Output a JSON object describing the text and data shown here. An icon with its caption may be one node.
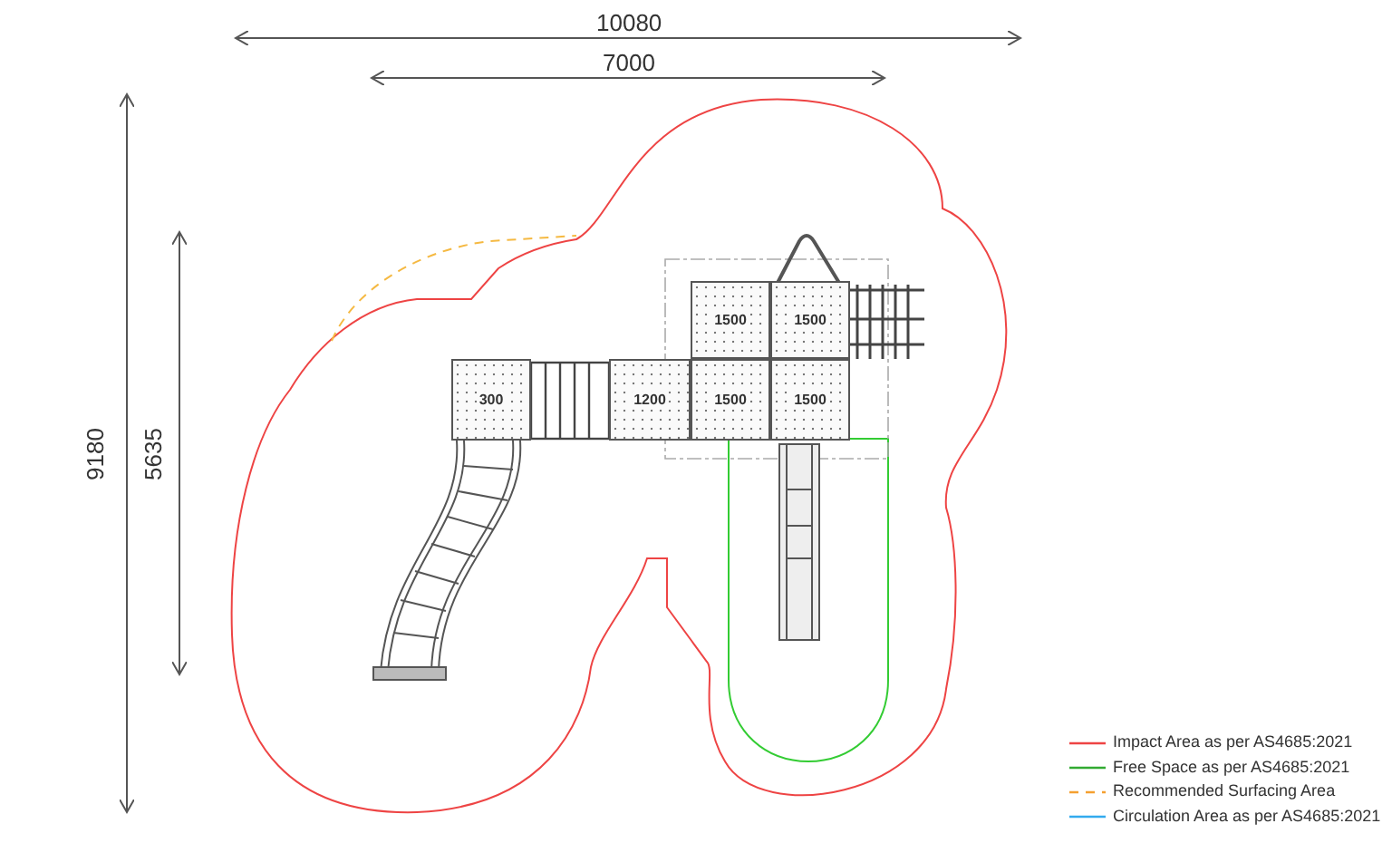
{
  "diagram": {
    "nodes": [
      {
        "text": [
          "300"
        ]
      },
      {
        "text": [
          "1200"
        ]
      },
      {
        "text": [
          "1500"
        ]
      },
      {
        "text": [
          "1500"
        ]
      },
      {
        "text": [
          "1500"
        ]
      },
      {
        "text": [
          "1500"
        ]
      }
    ],
    "labels": [
      "10080",
      "7000",
      "9180",
      "5635"
    ],
    "legend": [
      {
        "text": "Impact Area as per AS4685:2021"
      },
      {
        "text": "Free Space as per AS4685:2021"
      },
      {
        "text": "Recommended Surfacing Area"
      },
      {
        "text": "Circulation Area as per AS4685:2021"
      }
    ]
  }
}
